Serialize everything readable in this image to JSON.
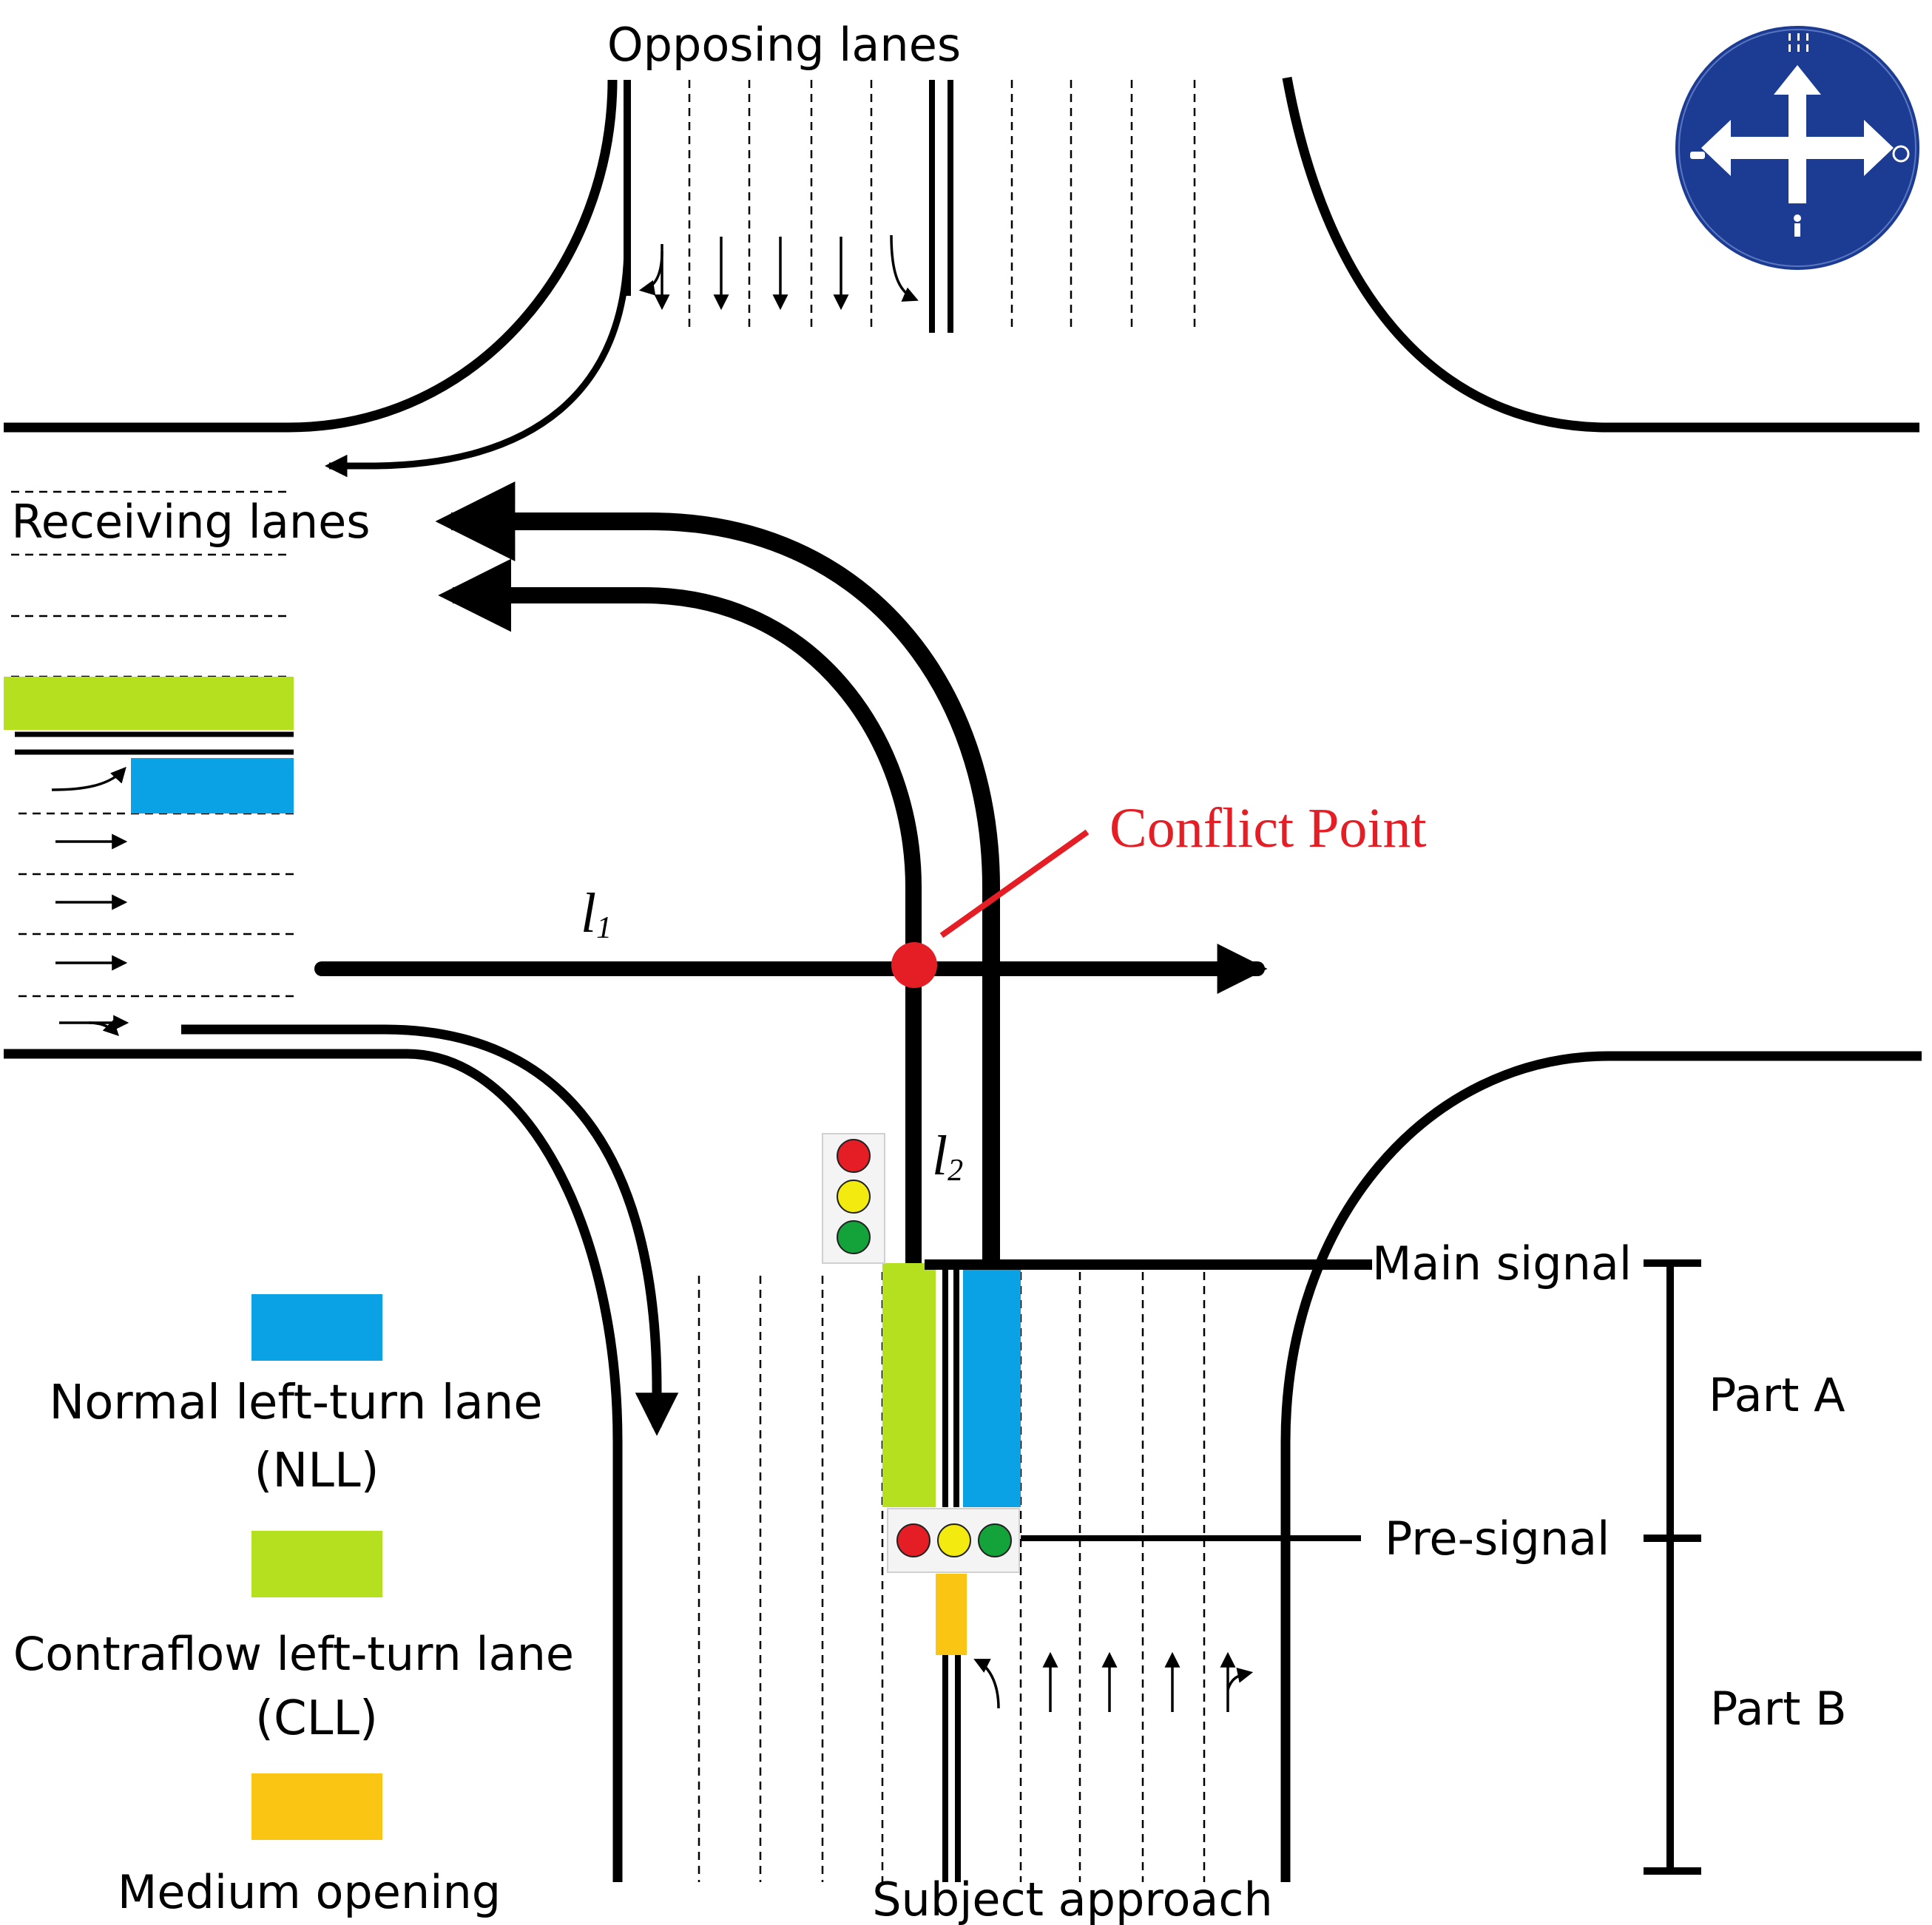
{
  "labels": {
    "opposing_lanes": "Opposing lanes",
    "receiving_lanes": "Receiving lanes",
    "conflict_point": "Conflict Point",
    "l1": "l",
    "l1_sub": "1",
    "l2": "l",
    "l2_sub": "2",
    "main_signal": "Main signal",
    "pre_signal": "Pre-signal",
    "part_a": "Part A",
    "part_b": "Part B",
    "subject_approach": "Subject approach"
  },
  "legend": [
    {
      "color": "#0ba1e5",
      "line1": "Normal left-turn lane",
      "line2": "(NLL)"
    },
    {
      "color": "#b5e020",
      "line1": "Contraflow left-turn lane",
      "line2": "(CLL)"
    },
    {
      "color": "#fbc513",
      "line1": "Medium opening",
      "line2": ""
    }
  ],
  "colors": {
    "nll": "#0ba1e5",
    "cll": "#b5e020",
    "opening": "#fbc513",
    "conflict": "#e51e25",
    "sign": "#1c3c94",
    "road": "#000000"
  },
  "icons": {
    "sign": "four-way-direction-sign-icon",
    "main_signal": "vertical-traffic-light-icon",
    "pre_signal": "horizontal-traffic-light-icon"
  }
}
